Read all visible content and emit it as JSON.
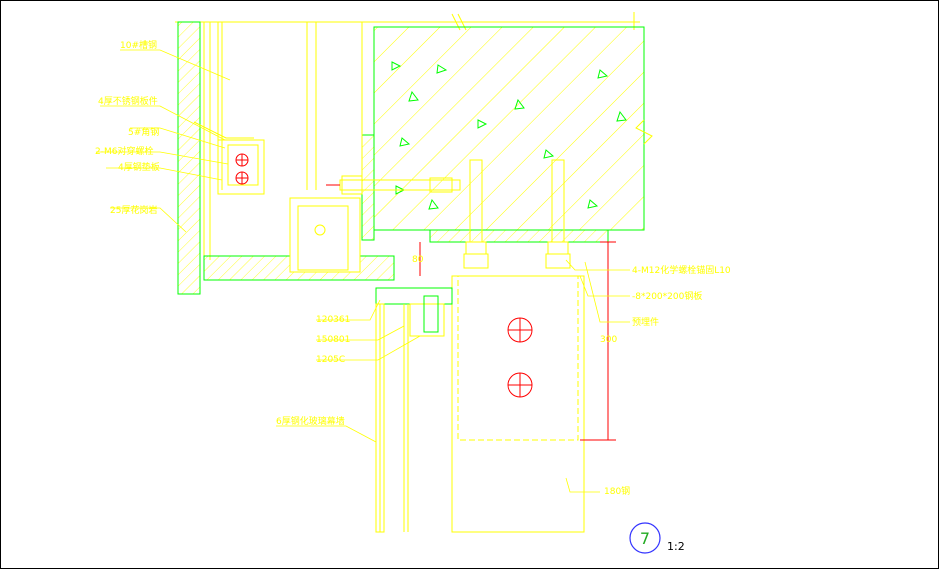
{
  "labels": {
    "steel_bar_10": "10#槽钢",
    "plate_4_stainless": "4厚不锈钢板件",
    "angle_5": "5#角钢",
    "bolts_m6": "2-M6对穿螺栓",
    "plate_4_steel": "4厚钢垫板",
    "marble_25": "25厚花岗岩",
    "profile_120": "120361",
    "profile_150": "150801",
    "profile_1205": "1205C",
    "glass_6": "6厚钢化玻璃幕墙",
    "anchor_bolts": "4-M12化学螺栓锚固L10",
    "steel_plate": "-8*200*200钢板",
    "embedded_part": "预埋件",
    "beam_180": "180钢",
    "dim_left": "80",
    "dim_right": "300",
    "detail_number": "7",
    "detail_scale": "1:2"
  },
  "colors": {
    "main_line": "#ffff00",
    "annotation_line": "#ff0000",
    "concrete_hatch": "#00ff00",
    "detail_circle": "#3333ff",
    "frame": "#000000"
  }
}
